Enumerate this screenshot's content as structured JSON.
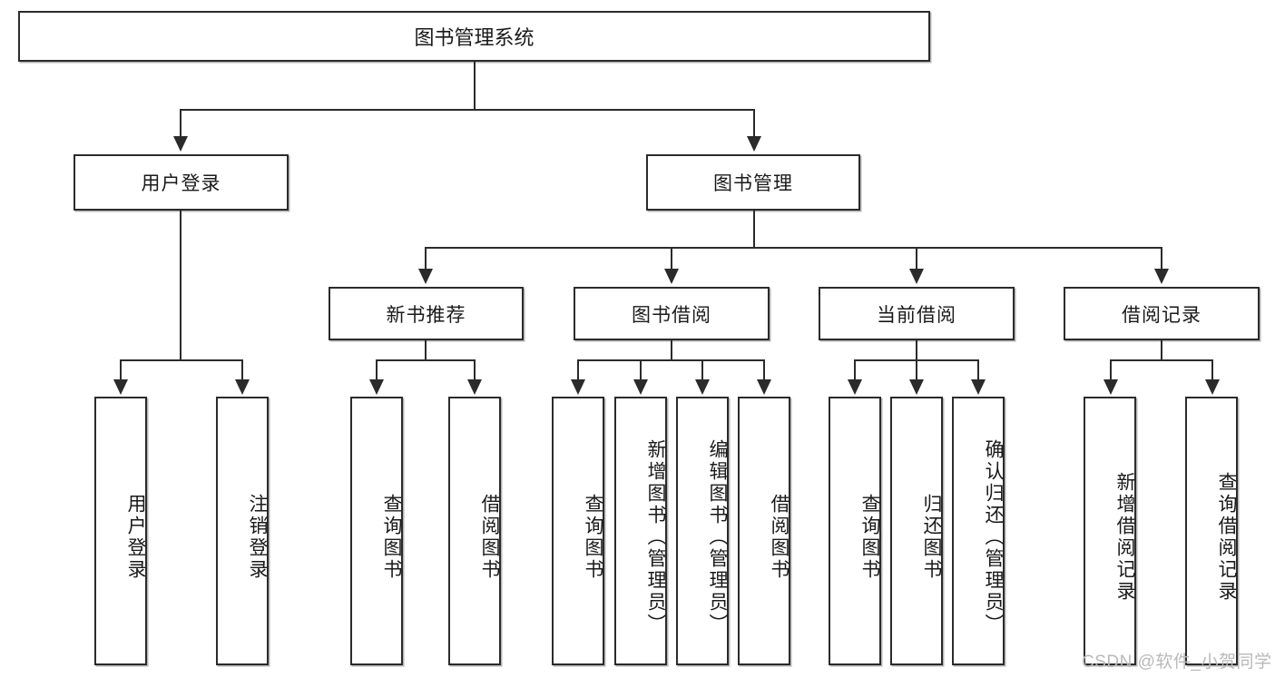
{
  "diagram": {
    "type": "tree",
    "title": "图书管理系统",
    "orientation": "top-down",
    "root": {
      "label": "图书管理系统"
    },
    "level2": [
      {
        "label": "用户登录"
      },
      {
        "label": "图书管理"
      }
    ],
    "level3": [
      {
        "label": "新书推荐"
      },
      {
        "label": "图书借阅"
      },
      {
        "label": "当前借阅"
      },
      {
        "label": "借阅记录"
      }
    ],
    "leaves": {
      "user_login": [
        {
          "label": "用户登录"
        },
        {
          "label": "注销登录"
        }
      ],
      "new_book_recommend": [
        {
          "label": "查询图书"
        },
        {
          "label": "借阅图书"
        }
      ],
      "book_borrow": [
        {
          "label": "查询图书"
        },
        {
          "label": "新增图书（管理员）"
        },
        {
          "label": "编辑图书（管理员）"
        },
        {
          "label": "借阅图书"
        }
      ],
      "current_borrow": [
        {
          "label": "查询图书"
        },
        {
          "label": "归还图书"
        },
        {
          "label": "确认归还（管理员）"
        }
      ],
      "borrow_record": [
        {
          "label": "新增借阅记录"
        },
        {
          "label": "查询借阅记录"
        }
      ]
    },
    "watermark": "CSDN @软件_小贺同学",
    "colors": {
      "stroke": "#2b2b2b",
      "fill": "#ffffff",
      "text": "#1a1a1a",
      "watermark": "#b9b9b9"
    }
  }
}
